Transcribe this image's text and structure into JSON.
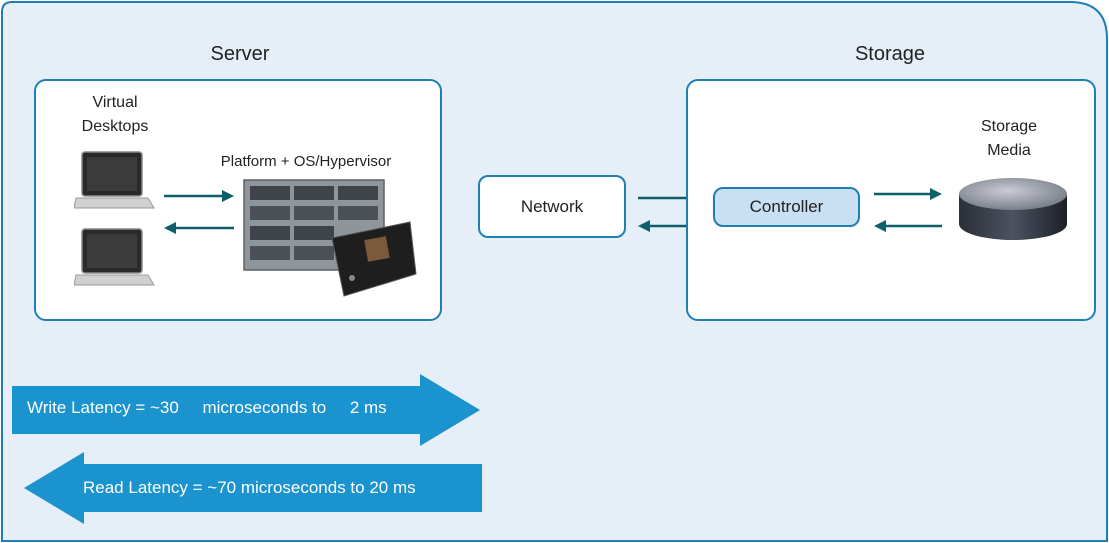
{
  "server": {
    "title": "Server",
    "virtual_desktops_line1": "Virtual",
    "virtual_desktops_line2": "Desktops",
    "platform_label": "Platform + OS/Hypervisor"
  },
  "network": {
    "label": "Network"
  },
  "storage": {
    "title": "Storage",
    "controller_label": "Controller",
    "media_line1": "Storage",
    "media_line2": "Media"
  },
  "write_latency": {
    "label": "Write Latency = ~30     microseconds to     2 ms"
  },
  "read_latency": {
    "label": "Read Latency = ~70 microseconds to 20 ms"
  },
  "colors": {
    "frame": "#1f7fb3",
    "background": "#e6eef7",
    "arrow": "#0f5f6b",
    "banner": "#1a93cf",
    "controller_fill": "#c9dff2"
  }
}
